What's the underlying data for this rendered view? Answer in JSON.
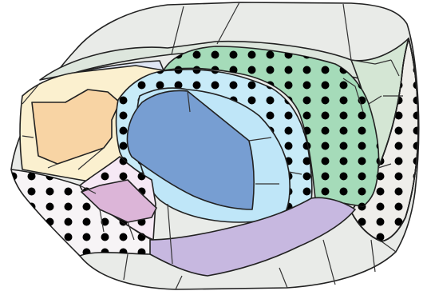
{
  "figure": {
    "regions": [
      {
        "id": "outer-shell",
        "fill": "#e9ebe8",
        "dotted": false
      },
      {
        "id": "upper-band",
        "fill": "#dde6dd",
        "dotted": false
      },
      {
        "id": "right-green-cap",
        "fill": "#d4e6d4",
        "dotted": false
      },
      {
        "id": "right-dotted-lobe",
        "fill": "#efeeea",
        "dotted": true
      },
      {
        "id": "lower-left-dotted",
        "fill": "#f7f4f6",
        "dotted": true
      },
      {
        "id": "light-blue-sliver",
        "fill": "#dfe6f4",
        "dotted": false
      },
      {
        "id": "cream-region",
        "fill": "#fbf0cf",
        "dotted": false
      },
      {
        "id": "orange-region",
        "fill": "#f8d4a4",
        "dotted": false
      },
      {
        "id": "green-dotted-arc",
        "fill": "#a5dbb9",
        "dotted": true
      },
      {
        "id": "light-blue-dotted-band",
        "fill": "#c8ebf8",
        "dotted": true
      },
      {
        "id": "light-blue-inner",
        "fill": "#bfe6f8",
        "dotted": false
      },
      {
        "id": "blue-central",
        "fill": "#779ed2",
        "dotted": false
      },
      {
        "id": "lavender-band",
        "fill": "#c7b8e0",
        "dotted": false
      },
      {
        "id": "pink-region",
        "fill": "#f6e9f5",
        "dotted": true
      },
      {
        "id": "mauve-region",
        "fill": "#dcb5d8",
        "dotted": false
      }
    ],
    "dot_color": "#000000",
    "outline_color": "#222222"
  }
}
